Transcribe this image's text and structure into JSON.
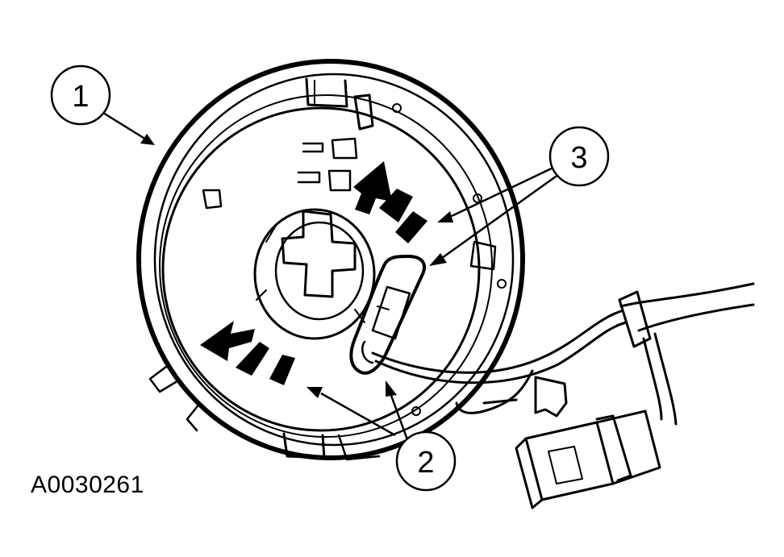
{
  "figure_id": "A0030261",
  "callouts": [
    {
      "number": "1"
    },
    {
      "number": "2"
    },
    {
      "number": "3"
    }
  ],
  "colors": {
    "ink": "#000000",
    "paper": "#ffffff"
  }
}
